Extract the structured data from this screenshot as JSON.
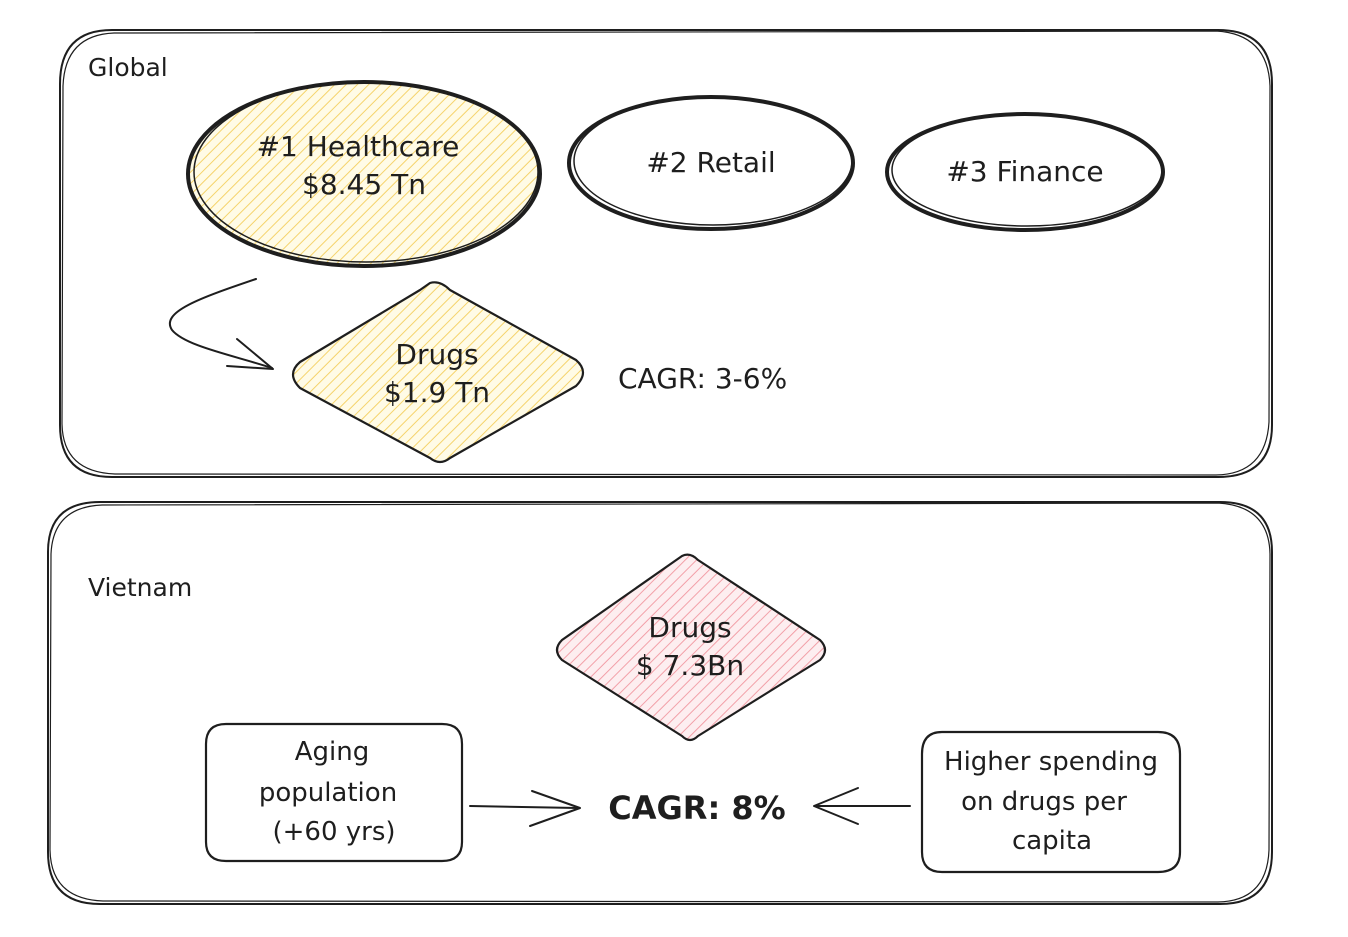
{
  "colors": {
    "ink": "#1e1e1e",
    "highlight_yellow": "#f5d36b",
    "highlight_pink": "#f2a0a8"
  },
  "global": {
    "title": "Global",
    "sectors": [
      {
        "line1": "#1 Healthcare",
        "line2": "$8.45 Tn"
      },
      {
        "line1": "#2 Retail"
      },
      {
        "line1": "#3 Finance"
      }
    ],
    "drugs": {
      "line1": "Drugs",
      "line2": "$1.9 Tn"
    },
    "cagr": "CAGR: 3-6%"
  },
  "vietnam": {
    "title": "Vietnam",
    "drugs": {
      "line1": "Drugs",
      "line2": "$ 7.3Bn"
    },
    "cagr": "CAGR: 8%",
    "driver_left": [
      "Aging",
      "population",
      "(+60 yrs)"
    ],
    "driver_right": [
      "Higher spending",
      "on drugs per",
      "capita"
    ]
  }
}
